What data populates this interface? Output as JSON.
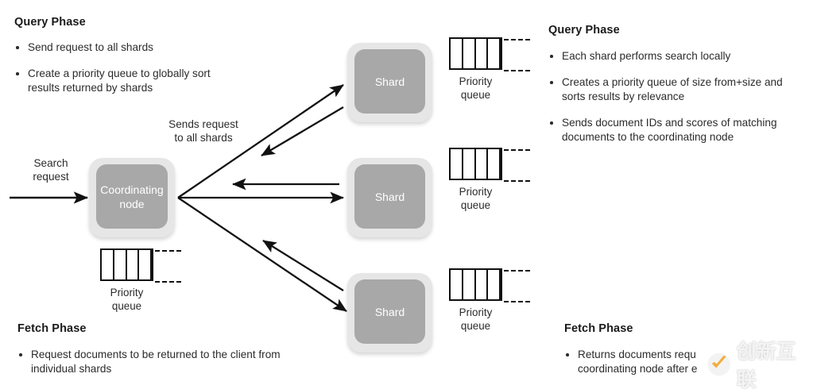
{
  "left_column": {
    "query": {
      "title": "Query Phase",
      "bullets": [
        "Send request to all shards",
        "Create a priority queue to globally sort results returned by shards"
      ]
    },
    "fetch": {
      "title": "Fetch Phase",
      "bullets": [
        "Request documents to be returned to the client from individual shards"
      ]
    }
  },
  "right_column": {
    "query": {
      "title": "Query Phase",
      "bullets": [
        "Each shard performs search locally",
        "Creates a priority queue of size from+size and sorts results by relevance",
        "Sends document IDs and scores of matching documents to the coordinating node"
      ]
    },
    "fetch": {
      "title": "Fetch Phase",
      "bullets": [
        "Returns documents requ\ncoordinating node after e"
      ]
    }
  },
  "diagram": {
    "search_request_label": "Search\nrequest",
    "sends_request_label": "Sends request\nto all shards",
    "coordinating_node": "Coordinating\nnode",
    "shard_label": "Shard",
    "queue_label": "Priority\nqueue",
    "queue_cell_count": 4,
    "shards": [
      {
        "label": "Shard"
      },
      {
        "label": "Shard"
      },
      {
        "label": "Shard"
      }
    ],
    "queues": [
      {
        "label": "Priority\nqueue"
      },
      {
        "label": "Priority\nqueue"
      },
      {
        "label": "Priority\nqueue"
      },
      {
        "label": "Priority\nqueue"
      }
    ],
    "colors": {
      "node_outer": "#e6e6e6",
      "node_inner": "#a8a8a8",
      "node_text": "#ffffff",
      "arrow": "#111111",
      "body_text": "#2b2b2b",
      "title_text": "#1a1a1a",
      "background": "#ffffff"
    }
  },
  "watermark": {
    "text": "创新互联",
    "logo_colors": {
      "circle": "#f2f2f2",
      "check": "#f0a830"
    }
  }
}
